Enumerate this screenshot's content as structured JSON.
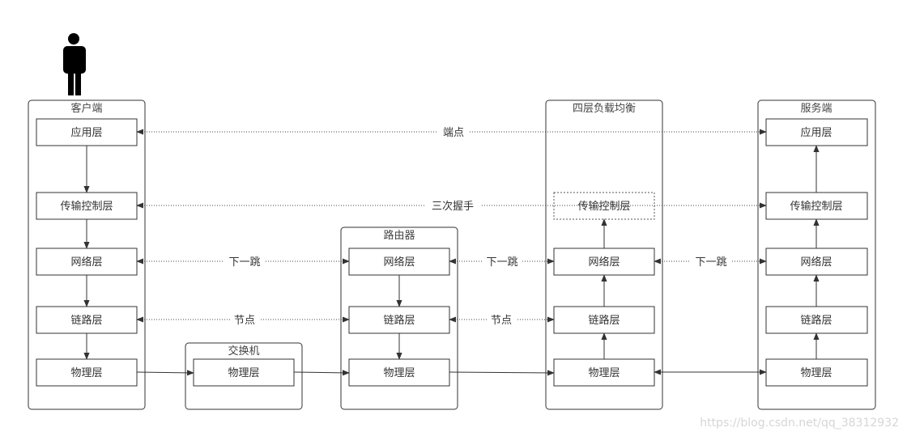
{
  "diagram": {
    "user_icon": "person-icon",
    "groups": {
      "client": "客户端",
      "switch": "交换机",
      "router": "路由器",
      "lb4": "四层负载均衡",
      "server": "服务端"
    },
    "layers": {
      "app": "应用层",
      "transport": "传输控制层",
      "network": "网络层",
      "link": "链路层",
      "physical": "物理层"
    },
    "connections": {
      "endpoint": "端点",
      "handshake": "三次握手",
      "next_hop": "下一跳",
      "node": "节点"
    },
    "watermark": "https://blog.csdn.net/qq_38312932"
  }
}
